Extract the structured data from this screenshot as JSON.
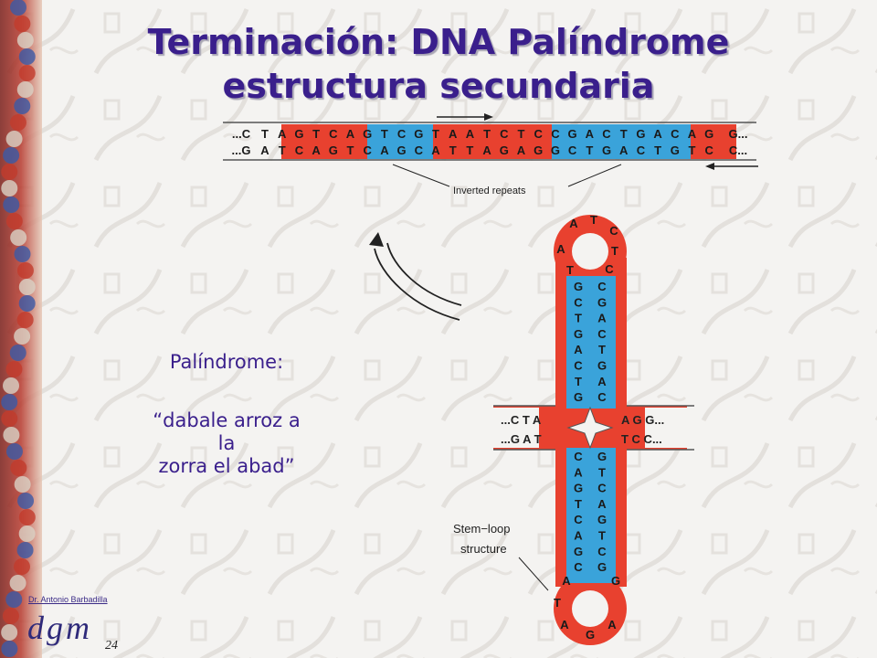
{
  "slide": {
    "title_line1": "Terminación: DNA Palíndrome",
    "title_line2": "estructura secundaria",
    "palindrome_heading": "Palíndrome:",
    "palindrome_quote_line1": "“dabale arroz a",
    "palindrome_quote_line2": "la",
    "palindrome_quote_line3": "zorra el abad”",
    "author": "Dr. Antonio Barbadilla",
    "logo": "dgm",
    "page_number": "24"
  },
  "diagram": {
    "inverted_repeats_label": "Inverted repeats",
    "stem_loop_label_line1": "Stem−loop",
    "stem_loop_label_line2": "structure",
    "top_strand": [
      "...C",
      "T",
      "A",
      "G",
      "T",
      "C",
      "A",
      "G",
      "T",
      "C",
      "G",
      "T",
      "A",
      "A",
      "T",
      "C",
      "T",
      "C",
      "C",
      "G",
      "A",
      "C",
      "T",
      "G",
      "A",
      "C",
      "A",
      "G",
      "G..."
    ],
    "bottom_strand": [
      "...G",
      "A",
      "T",
      "C",
      "A",
      "G",
      "T",
      "C",
      "A",
      "G",
      "C",
      "A",
      "T",
      "T",
      "A",
      "G",
      "A",
      "G",
      "G",
      "C",
      "T",
      "G",
      "A",
      "C",
      "T",
      "G",
      "T",
      "C",
      "C..."
    ],
    "top_loop": [
      "A",
      "T",
      "C",
      "T",
      "C",
      "T",
      "A"
    ],
    "bottom_loop": [
      "A",
      "T",
      "A",
      "G",
      "A",
      "G"
    ],
    "stem_top_left": [
      "G",
      "C",
      "T",
      "G",
      "A",
      "C",
      "T",
      "G"
    ],
    "stem_top_right": [
      "C",
      "G",
      "A",
      "C",
      "T",
      "G",
      "A",
      "C"
    ],
    "stem_bottom_left": [
      "C",
      "A",
      "G",
      "T",
      "C",
      "A",
      "G",
      "C"
    ],
    "stem_bottom_right": [
      "G",
      "T",
      "C",
      "A",
      "G",
      "T",
      "C",
      "G"
    ],
    "left_arm_top": "...C T A",
    "left_arm_bottom": "...G A T",
    "right_arm_top": "A G G...",
    "right_arm_bottom": "T C C...",
    "colors": {
      "red": "#e8412f",
      "blue": "#3aa3da",
      "background": "#f4f3f1",
      "title": "#3a1f8c"
    }
  }
}
